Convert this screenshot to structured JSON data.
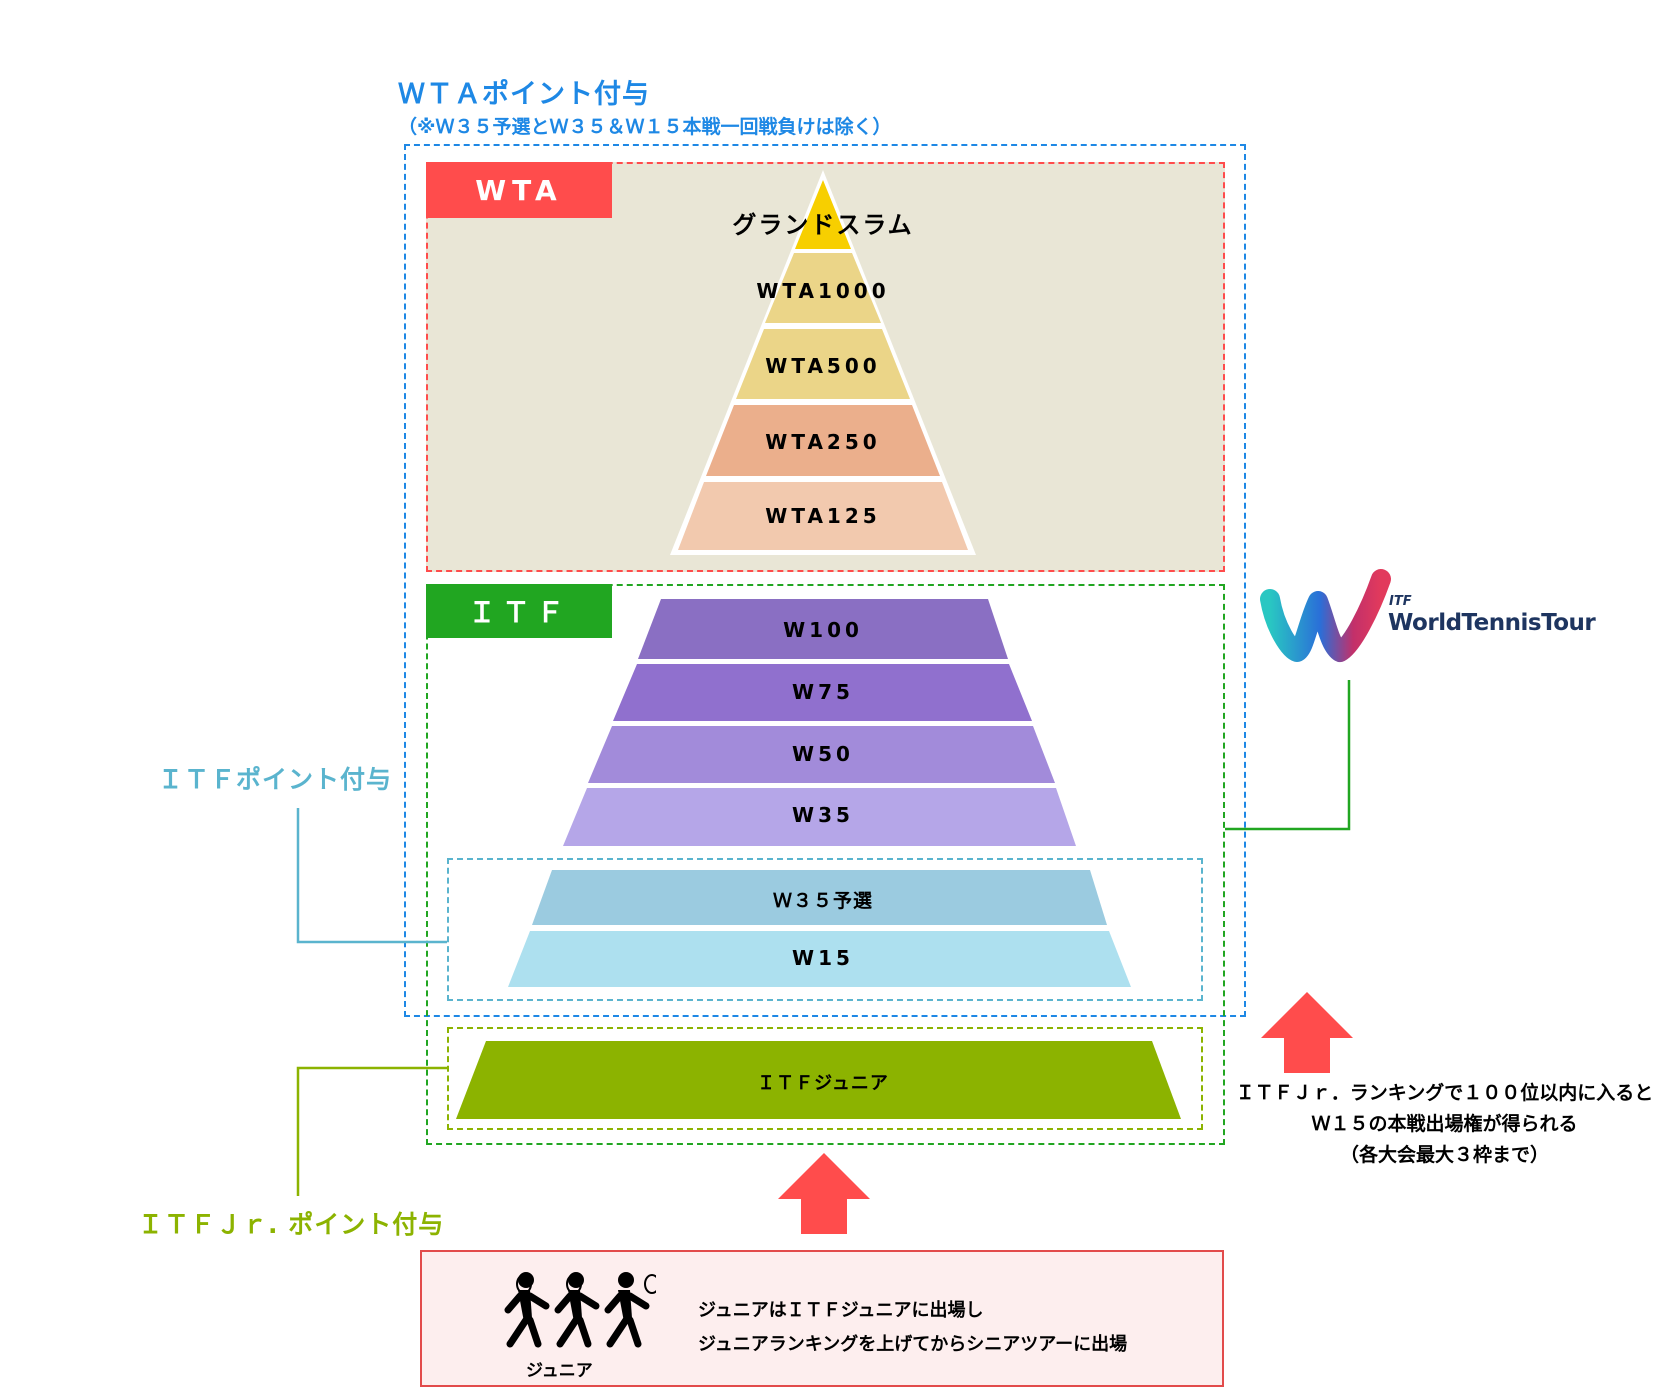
{
  "wta_points": {
    "title": "ＷＴＡポイント付与",
    "note": "（※Ｗ３５予選とＷ３５＆Ｗ１５本戦一回戦負けは除く）"
  },
  "wta_section": {
    "tag": "WTA",
    "tiers": [
      "グランドスラム",
      "WTA1000",
      "WTA500",
      "WTA250",
      "WTA125"
    ]
  },
  "itf_section": {
    "tag": "ＩＴＦ",
    "tiers": [
      "W100",
      "W75",
      "W50",
      "W35"
    ],
    "sub_tiers": [
      "Ｗ３５予選",
      "W15"
    ],
    "junior_tier": "ＩＴＦジュニア"
  },
  "side_labels": {
    "itf_points": "ＩＴＦポイント付与",
    "itf_jr_points": "ＩＴＦＪｒ. ポイント付与"
  },
  "logo": {
    "small": "ITF",
    "brand": "WorldTennisTour"
  },
  "right_caption": {
    "line1": "ＩＴＦＪｒ．ランキングで１００位以内に入ると",
    "line2": "Ｗ１５の本戦出場権が得られる",
    "line3": "（各大会最大３枠まで）"
  },
  "junior_box": {
    "icon_label": "ジュニア",
    "line1": "ジュニアはＩＴＦジュニアに出場し",
    "line2": "ジュニアランキングを上げてからシニアツアーに出場"
  },
  "colors": {
    "wta_blue": "#1E88E5",
    "wta_red": "#FF4C4C",
    "itf_green": "#21A621",
    "itf_points_blue": "#5AB4CE",
    "jr_olive": "#8CB300",
    "arrow": "#FF4C4C"
  }
}
